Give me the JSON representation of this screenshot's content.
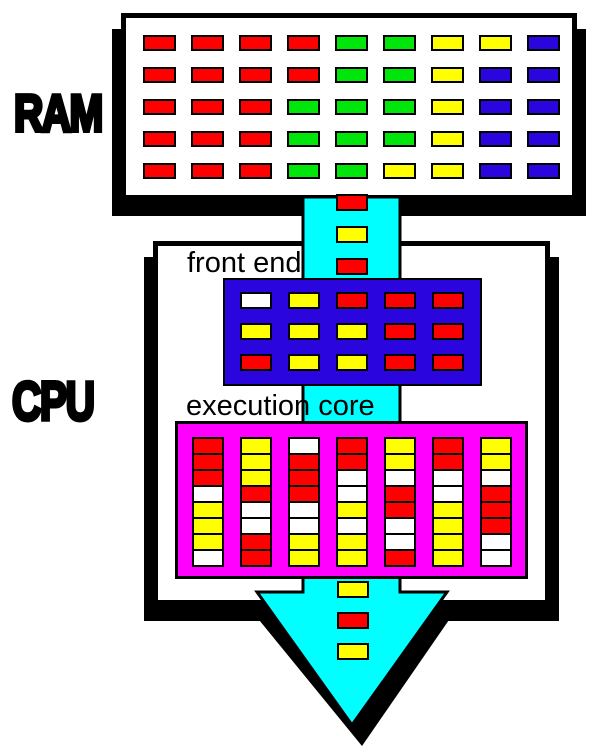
{
  "labels": {
    "ram": "RAM",
    "cpu": "CPU",
    "front_end": "front end",
    "execution_core": "execution core"
  },
  "colors": {
    "red": "#ff0000",
    "green": "#00e60a",
    "yellow": "#ffff00",
    "blue": "#2b05dd",
    "cyan": "#00ffff",
    "magenta": "#ff00ff",
    "white": "#ffffff",
    "black": "#000000"
  },
  "ram": {
    "rows": 5,
    "cols": 9,
    "cells": [
      [
        "red",
        "red",
        "red",
        "red",
        "green",
        "green",
        "yellow",
        "yellow",
        "blue"
      ],
      [
        "red",
        "red",
        "red",
        "red",
        "green",
        "green",
        "yellow",
        "blue",
        "blue"
      ],
      [
        "red",
        "red",
        "red",
        "green",
        "green",
        "green",
        "yellow",
        "blue",
        "blue"
      ],
      [
        "red",
        "red",
        "red",
        "green",
        "green",
        "green",
        "yellow",
        "blue",
        "blue"
      ],
      [
        "red",
        "red",
        "red",
        "green",
        "green",
        "yellow",
        "yellow",
        "blue",
        "blue"
      ]
    ]
  },
  "flow_queue_top": [
    "red",
    "yellow",
    "red"
  ],
  "flow_queue_bottom": [
    "yellow",
    "red",
    "yellow"
  ],
  "front_end": {
    "rows": 3,
    "cols": 5,
    "cells": [
      [
        "white",
        "yellow",
        "red",
        "red",
        "red"
      ],
      [
        "yellow",
        "yellow",
        "yellow",
        "red",
        "red"
      ],
      [
        "red",
        "yellow",
        "yellow",
        "red",
        "red"
      ]
    ]
  },
  "execution_core": {
    "columns": [
      [
        "red",
        "red",
        "red",
        "white",
        "yellow",
        "yellow",
        "yellow",
        "white"
      ],
      [
        "yellow",
        "yellow",
        "yellow",
        "red",
        "white",
        "white",
        "red",
        "red"
      ],
      [
        "white",
        "red",
        "red",
        "red",
        "white",
        "white",
        "yellow",
        "yellow"
      ],
      [
        "red",
        "red",
        "white",
        "white",
        "yellow",
        "white",
        "yellow",
        "yellow"
      ],
      [
        "yellow",
        "yellow",
        "white",
        "red",
        "red",
        "white",
        "white",
        "red"
      ],
      [
        "red",
        "red",
        "white",
        "white",
        "yellow",
        "yellow",
        "yellow",
        "yellow"
      ],
      [
        "yellow",
        "yellow",
        "white",
        "red",
        "red",
        "red",
        "white",
        "white"
      ]
    ]
  }
}
